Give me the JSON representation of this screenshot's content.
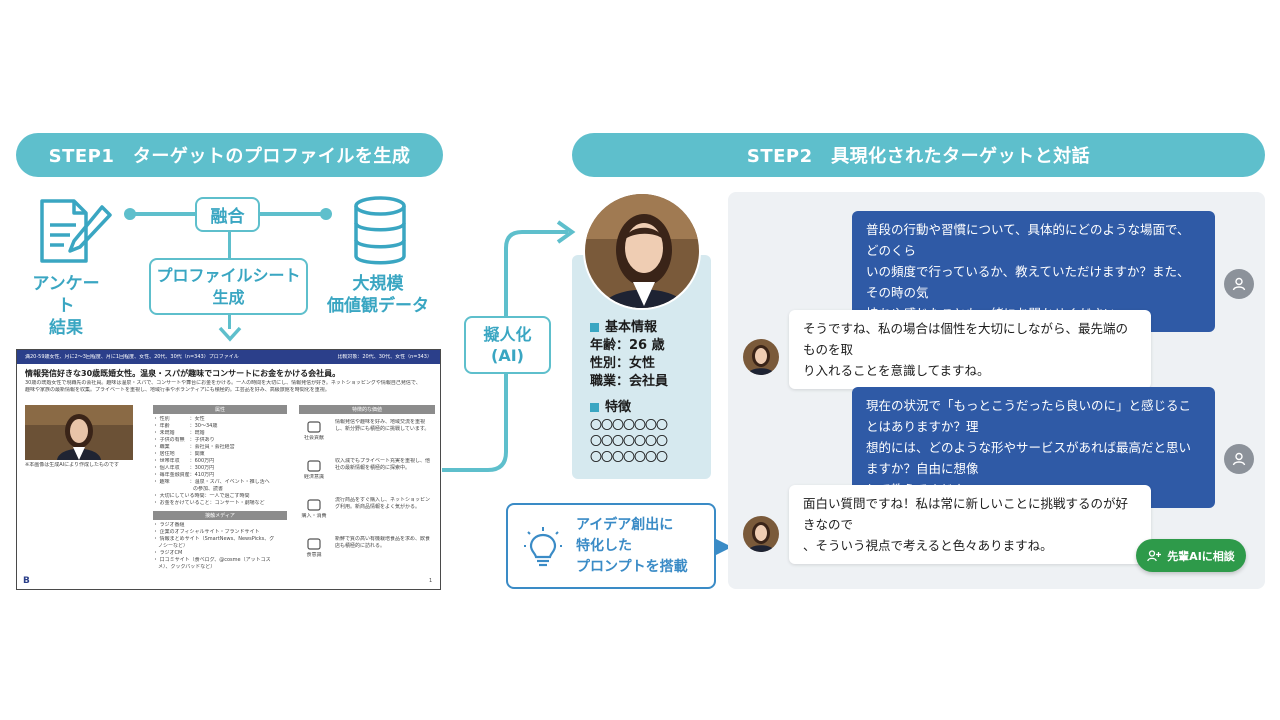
{
  "step1": {
    "title": "STEP1　ターゲットのプロファイルを生成",
    "survey_label": [
      "アンケート",
      "結果"
    ],
    "fusion_label": "融合",
    "bigdata_label": [
      "大規模",
      "価値観データ"
    ],
    "sheet_gen_label": [
      "プロファイルシート",
      "生成"
    ]
  },
  "sheet": {
    "header_left": "満20-59歳女性、月に2〜3回程度、月に1回程度、女性、20代、30代（n=343）プロファイル",
    "header_right": "比較対象：20代、30代、女性（n=343）",
    "title": "情報発信好きな30歳既婚女性。温泉・スパが趣味でコンサートにお金をかける会社員。",
    "desc1": "30歳の既婚女性で現職先の会社員。趣味は温泉・スパで、コンサートや舞台にお金をかける。一人の時間を大切にし、情報発信が好き。ネットショッピングや情報自己発信で、",
    "desc2": "趣味や家族の最新情報を収集。プライベートを重視し、地域行事やボランティアにも積極的。工芸品を好み、高級旅館を時間化を重視。",
    "photo_caption": "※本画像は生成AIにより作成したものです",
    "attr_header": "属性",
    "attrs": [
      "・ 性別　　　　：女性",
      "・ 年齢　　　　：30〜34歳",
      "・ 未既婚　　　：既婚",
      "・ 子供の有無　：子供あり",
      "・ 職業　　　　：会社員・会社経営",
      "・ 居住地　　　：関東",
      "・ 世帯年収　　：600万円",
      "・ 個人年収　　：300万円",
      "・ 毎年金融資産：410万円",
      "・ 趣味　　　　：温泉・スパ、イベント・推し活へ",
      "　　　　　　　　の参加、読書",
      "・ 大切にしている時間：一人で過ごす時間",
      "・ お金をかけていること：コンサート・劇場など"
    ],
    "media_header": "接触メディア",
    "media": [
      "・ ラジオ番組",
      "・ 企業のオフィシャルサイト・ブランドサイト",
      "・ 情報まとめサイト（SmartNews、NewsPicks、グ",
      "　ノシーなど）",
      "・ ラジオCM",
      "・ 口コミサイト（食べログ、@cosme（アットコス",
      "　メ）、クックパッドなど）"
    ],
    "traits_header": "特徴的な価値",
    "traits": [
      [
        "情報発信や趣味を好み、地域交流を重視し、新分野にも積極的に挑戦しています。",
        "社会貢献"
      ],
      [
        "収入減でもプライベート充実を重視し、他社の最新情報を積極的に探索中。",
        "経済意識"
      ],
      [
        "流行商品をすぐ購入し、ネットショッピング利用。新商品情報をよく気がかる。",
        "購入・消費"
      ],
      [
        "新鮮で質の高い有機栽培食品を求め、飲食店も積極的に訪れる。",
        "食意識"
      ]
    ],
    "page_num": "1",
    "logo_letter": "B"
  },
  "personify": {
    "line1": "擬人化",
    "line2": "(AI)"
  },
  "idea_box": {
    "lines": [
      "アイデア創出に",
      "特化した",
      "プロンプトを搭載"
    ]
  },
  "step2": {
    "title": "STEP2　具現化されたターゲットと対話"
  },
  "persona": {
    "basic_header": "基本情報",
    "age": "年齢：26 歳",
    "gender": "性別：女性",
    "job": "職業：会社員",
    "feature_header": "特徴",
    "circle_rows": [
      "〇〇〇〇〇〇〇",
      "〇〇〇〇〇〇〇",
      "〇〇〇〇〇〇〇"
    ]
  },
  "chat": {
    "q1": [
      "普段の行動や習慣について、具体的にどのような場面で、どのくら",
      "いの頻度で行っているか、教えていただけますか？また、その時の気",
      "持ちや感じたことも一緒にお聞かせください。"
    ],
    "a1": [
      "そうですね、私の場合は個性を大切にしながら、最先端のものを取",
      "り入れることを意識してますね。"
    ],
    "q2": [
      "現在の状況で「もっとこうだったら良いのに」と感じることはありますか？理",
      "想的には、どのような形やサービスがあれば最高だと思いますか？自由に想像",
      "して教えてください。"
    ],
    "a2": [
      "面白い質問ですね！私は常に新しいことに挑戦するのが好きなので",
      "、そういう視点で考えると色々ありますね。"
    ],
    "consult_label": "先輩AIに相談"
  },
  "colors": {
    "teal": "#5ebfcc",
    "teal_text": "#3aa6c2",
    "chat_blue": "#2f5aa6",
    "consult_green": "#2e9a4a",
    "panel_bg": "#eef1f4",
    "card_bg": "#d6e9ef"
  },
  "icons": [
    "document-pen-icon",
    "database-icon",
    "down-arrow-icon",
    "lightbulb-icon",
    "user-icon",
    "add-user-icon"
  ]
}
